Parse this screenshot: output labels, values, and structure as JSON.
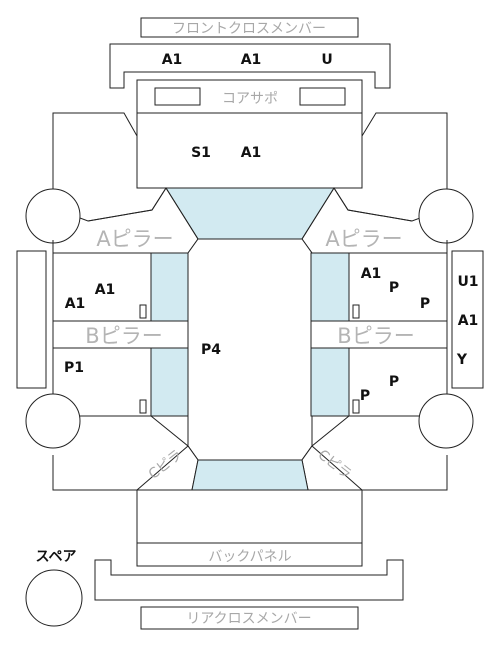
{
  "labels": {
    "front_cross_member": "フロントクロスメンバー",
    "core_support": "コアサポ",
    "a_pillar_left": "Aピラー",
    "a_pillar_right": "Aピラー",
    "b_pillar_left": "Bピラー",
    "b_pillar_right": "Bピラー",
    "back_panel": "バックパネル",
    "rear_cross_member": "リアクロスメンバー",
    "spare": "スペア",
    "c_pillar_left": "Cピラ",
    "c_pillar_right": "Cピラ"
  },
  "codes": {
    "front_cross_1": "A1",
    "front_cross_2": "A1",
    "front_cross_3": "U",
    "hood_1": "S1",
    "hood_2": "A1",
    "left_front_door_1": "A1",
    "left_front_door_2": "A1",
    "left_rear_door": "P1",
    "roof": "P4",
    "right_front_door_1": "A1",
    "right_front_door_2": "P",
    "right_front_door_3": "P",
    "right_rear_door_1": "P",
    "right_rear_door_2": "P",
    "right_side_1": "U1",
    "right_side_2": "A1",
    "right_side_3": "Y"
  },
  "colors": {
    "glass": "#d2eaf1",
    "line": "#222222",
    "label_gray": "#a8a8a8"
  }
}
